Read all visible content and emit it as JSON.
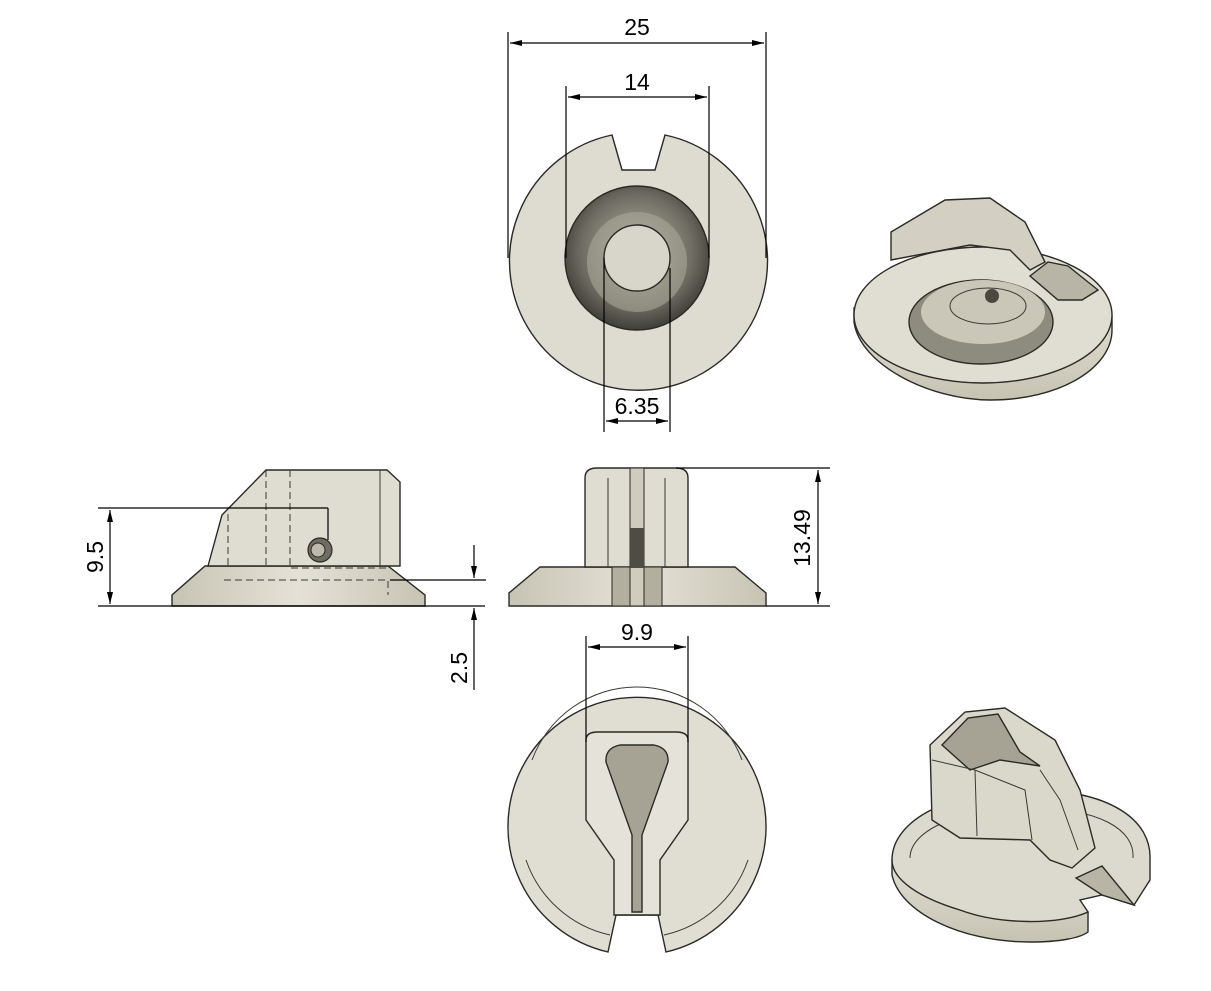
{
  "drawing": {
    "colors": {
      "body": "#dedbd0",
      "body_light": "#e8e6de",
      "shade": "#c9c5b6",
      "recess": "#8f8c80",
      "dark": "#4a4841",
      "line": "#000000"
    },
    "dimensions": {
      "outer_diameter": "25",
      "recess_diameter": "14",
      "bore_diameter": "6.35",
      "total_height": "13.49",
      "screw_height": "9.5",
      "flange_height": "2.5",
      "pointer_width": "9.9"
    }
  }
}
